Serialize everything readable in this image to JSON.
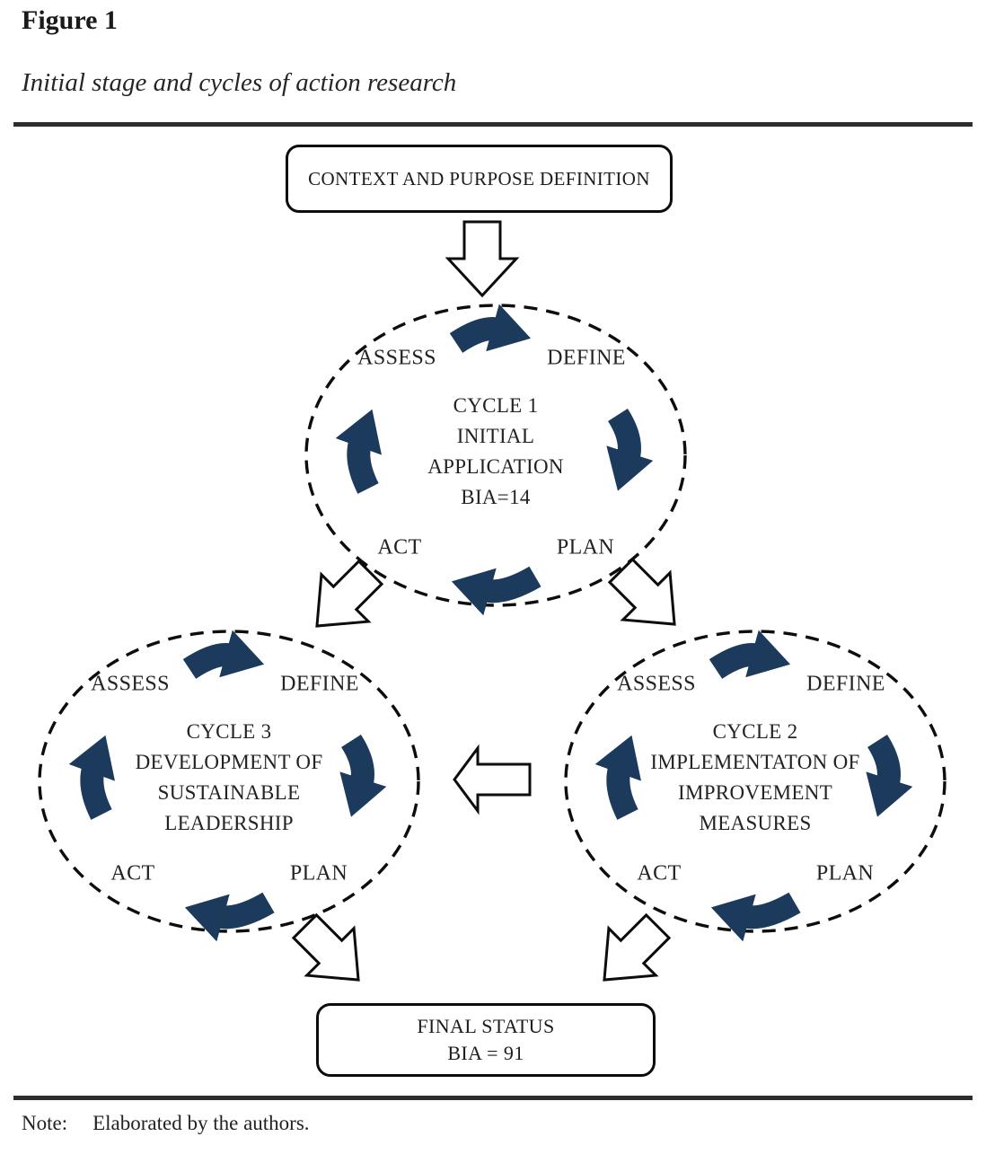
{
  "figure": {
    "label": "Figure 1",
    "caption": "Initial stage and cycles of action research",
    "note_label": "Note:",
    "note_text": "Elaborated by the authors."
  },
  "diagram": {
    "top_box_label": "CONTEXT AND PURPOSE DEFINITION",
    "final_box": {
      "line1": "FINAL STATUS",
      "line2": "BIA = 91"
    },
    "cycles": [
      {
        "name": "cycle-1",
        "title_lines": [
          "CYCLE 1",
          "INITIAL",
          "APPLICATION",
          "BIA=14"
        ],
        "stages": {
          "assess": "ASSESS",
          "define": "DEFINE",
          "act": "ACT",
          "plan": "PLAN"
        }
      },
      {
        "name": "cycle-2",
        "title_lines": [
          "CYCLE 2",
          "IMPLEMENTATON OF",
          "IMPROVEMENT",
          "MEASURES"
        ],
        "stages": {
          "assess": "ASSESS",
          "define": "DEFINE",
          "act": "ACT",
          "plan": "PLAN"
        }
      },
      {
        "name": "cycle-3",
        "title_lines": [
          "CYCLE 3",
          "DEVELOPMENT OF",
          "SUSTAINABLE",
          "LEADERSHIP"
        ],
        "stages": {
          "assess": "ASSESS",
          "define": "DEFINE",
          "act": "ACT",
          "plan": "PLAN"
        }
      }
    ],
    "colors": {
      "arrow_navy": "#1c3a5c",
      "outline": "#0d0d0d"
    }
  }
}
